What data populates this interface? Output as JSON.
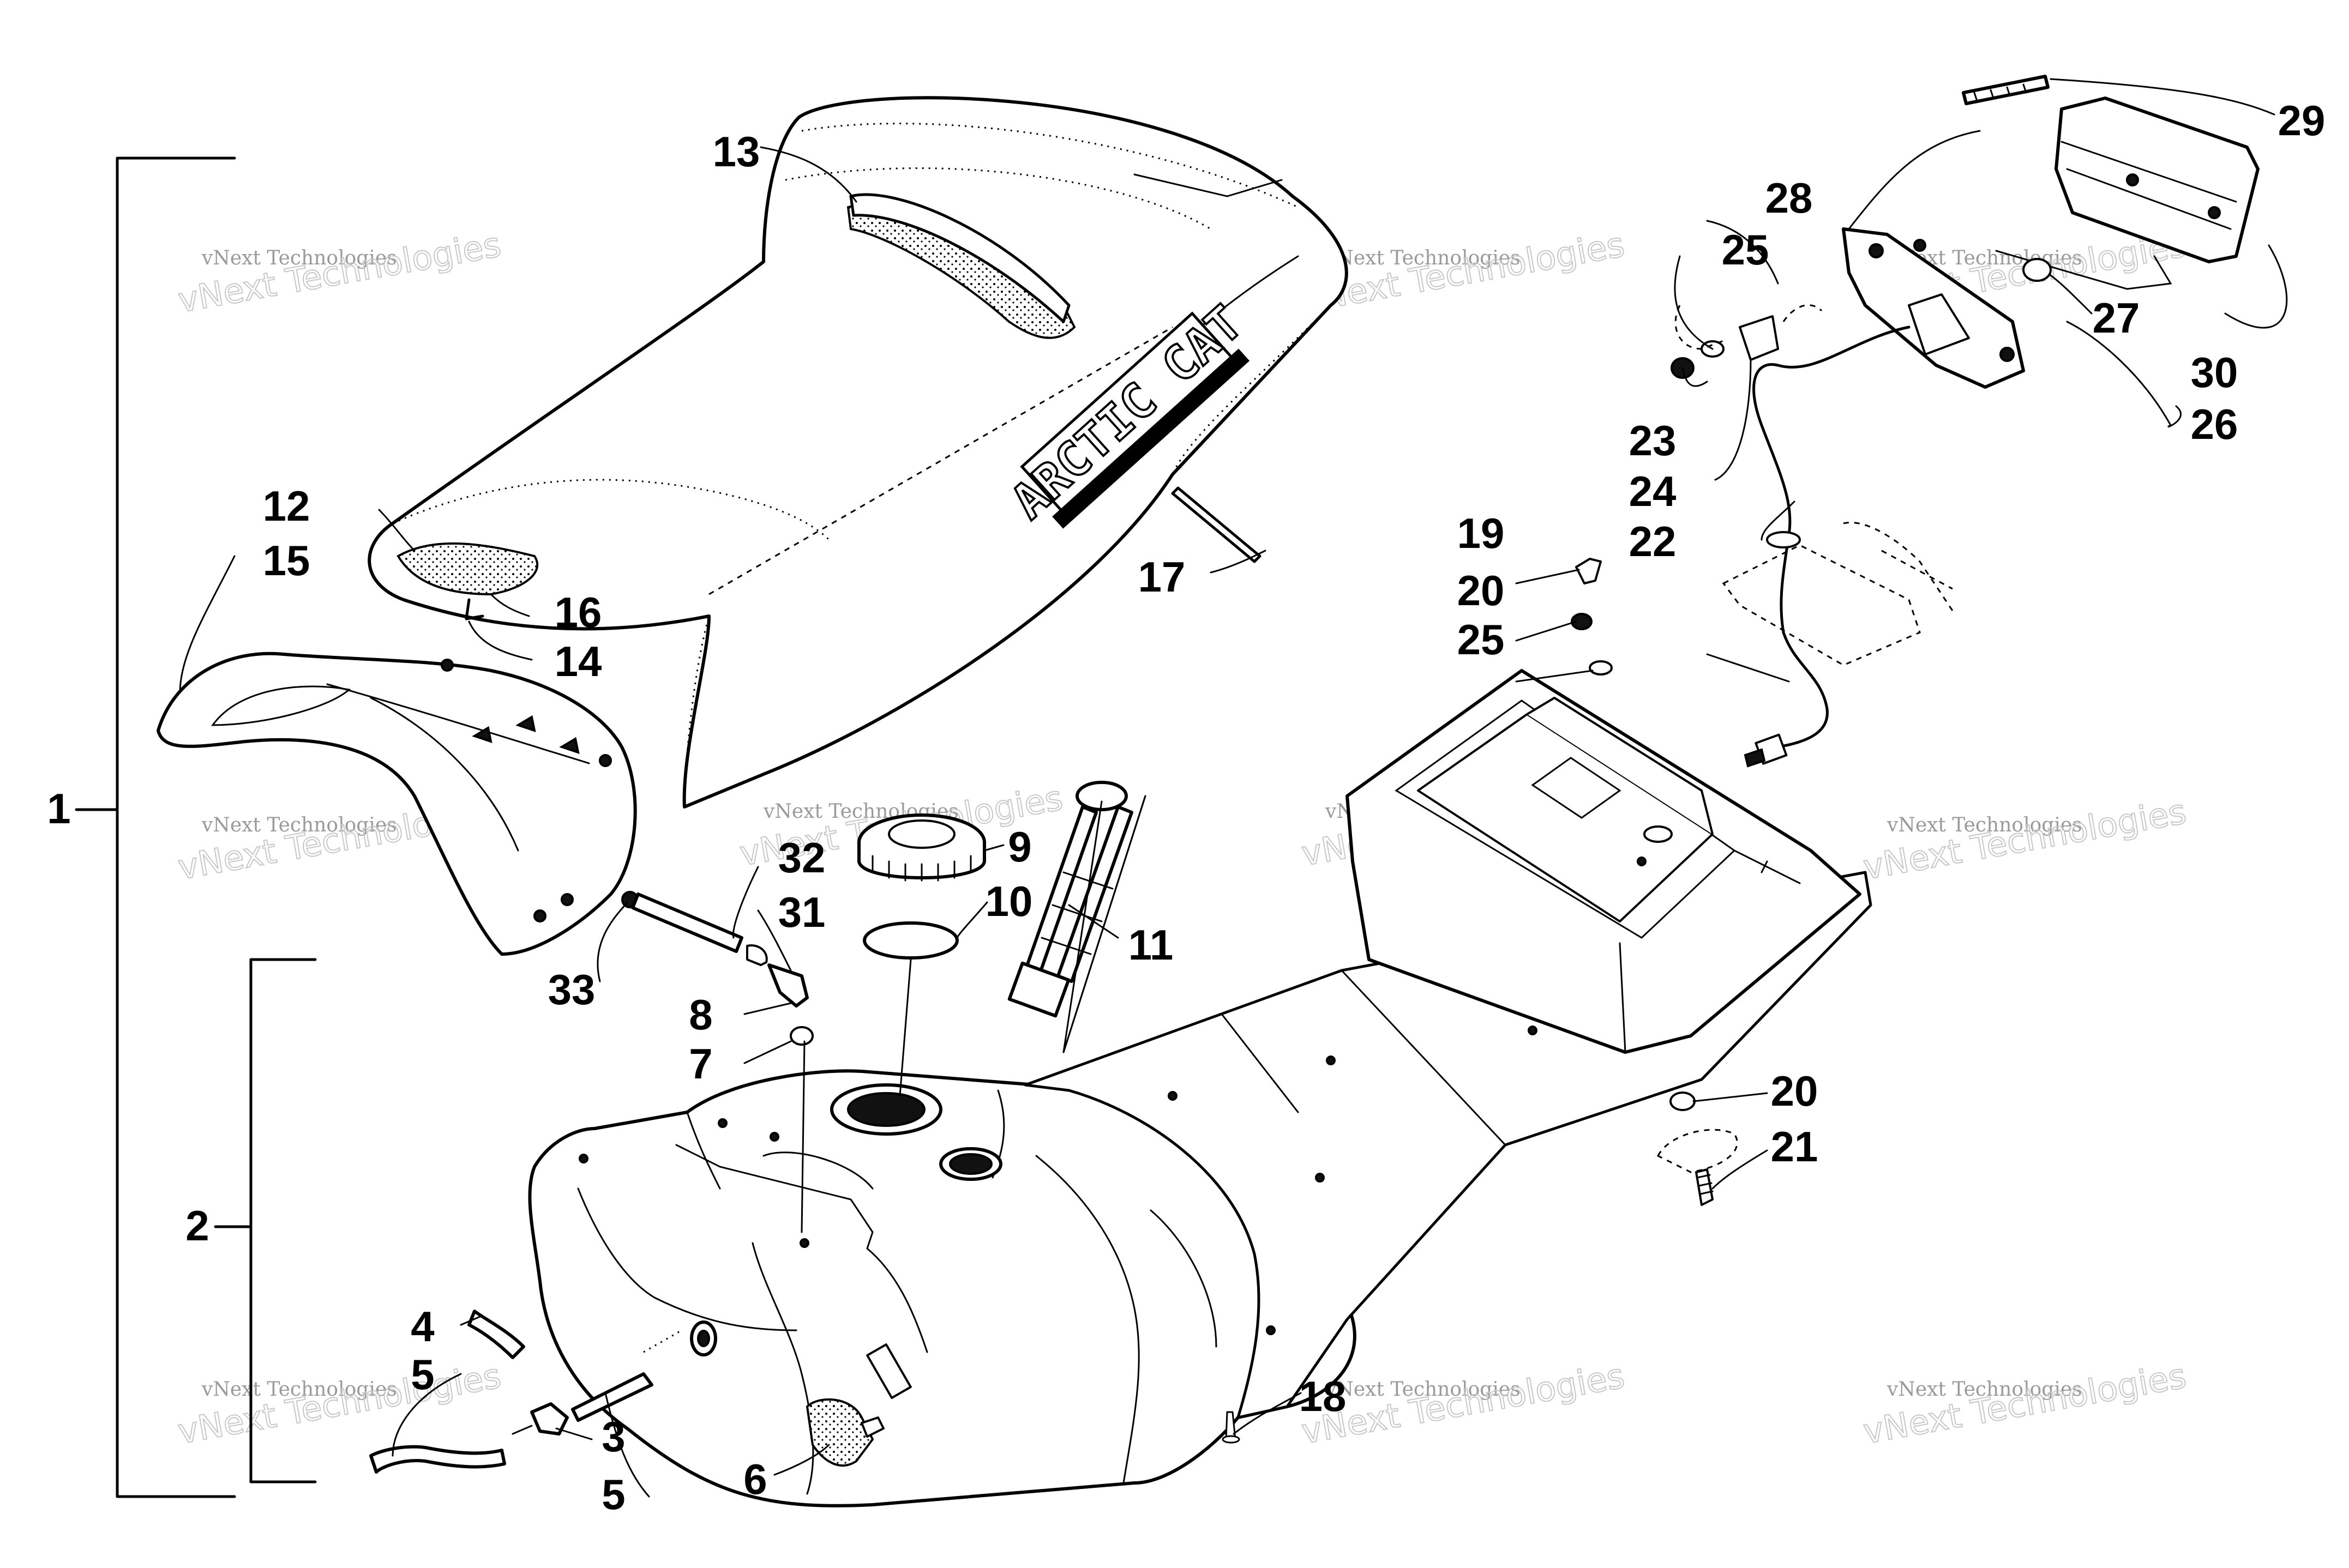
{
  "callouts": [
    "1",
    "2",
    "3",
    "4",
    "5",
    "5",
    "6",
    "7",
    "8",
    "9",
    "10",
    "11",
    "12",
    "13",
    "14",
    "15",
    "16",
    "17",
    "18",
    "19",
    "20",
    "20",
    "21",
    "22",
    "23",
    "24",
    "25",
    "25",
    "26",
    "27",
    "28",
    "29",
    "30",
    "31",
    "32",
    "33"
  ],
  "seat_logo_text": "ARCTIC CAT",
  "watermark": {
    "line1": "vNext Technologies",
    "line2": "vNext Technologies"
  }
}
